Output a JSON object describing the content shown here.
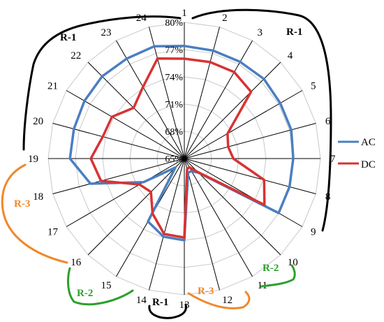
{
  "chart_data": {
    "type": "radar",
    "categories": [
      "1",
      "2",
      "3",
      "4",
      "5",
      "6",
      "7",
      "8",
      "9",
      "10",
      "11",
      "12",
      "13",
      "14",
      "15",
      "16",
      "17",
      "18",
      "19",
      "20",
      "21",
      "22",
      "23",
      "24"
    ],
    "radial_ticks": [
      "65%",
      "68%",
      "71%",
      "74%",
      "77%",
      "80%"
    ],
    "range": [
      65,
      80
    ],
    "series": [
      {
        "name": "AC",
        "color": "#4a7fc1",
        "values": [
          77.4,
          77.3,
          77.3,
          77.4,
          77.2,
          77.2,
          77.0,
          77.0,
          77.0,
          67.2,
          66.6,
          66.6,
          74.0,
          73.9,
          73.0,
          66.4,
          70.2,
          75.7,
          77.6,
          77.6,
          77.7,
          77.8,
          77.7,
          77.8
        ]
      },
      {
        "name": "DC",
        "color": "#d93232",
        "values": [
          76.0,
          76.0,
          76.0,
          75.4,
          70.5,
          70.0,
          70.4,
          74.1,
          75.2,
          67.1,
          66.1,
          66.2,
          73.7,
          73.6,
          72.0,
          70.2,
          70.7,
          74.5,
          75.3,
          74.3,
          74.2,
          72.9,
          74.1,
          76.4
        ]
      }
    ],
    "grid": true,
    "legend": "right"
  },
  "regions": [
    {
      "label": "R-1",
      "color": "#000000",
      "anchor": "top-left"
    },
    {
      "label": "R-1",
      "color": "#000000",
      "anchor": "top-right"
    },
    {
      "label": "R-3",
      "color": "#f0882a",
      "anchor": "left"
    },
    {
      "label": "R-2",
      "color": "#2ca02c",
      "anchor": "bottom-left"
    },
    {
      "label": "R-1",
      "color": "#000000",
      "anchor": "bottom"
    },
    {
      "label": "R-3",
      "color": "#f0882a",
      "anchor": "bottom-right"
    },
    {
      "label": "R-2",
      "color": "#2ca02c",
      "anchor": "right"
    }
  ]
}
